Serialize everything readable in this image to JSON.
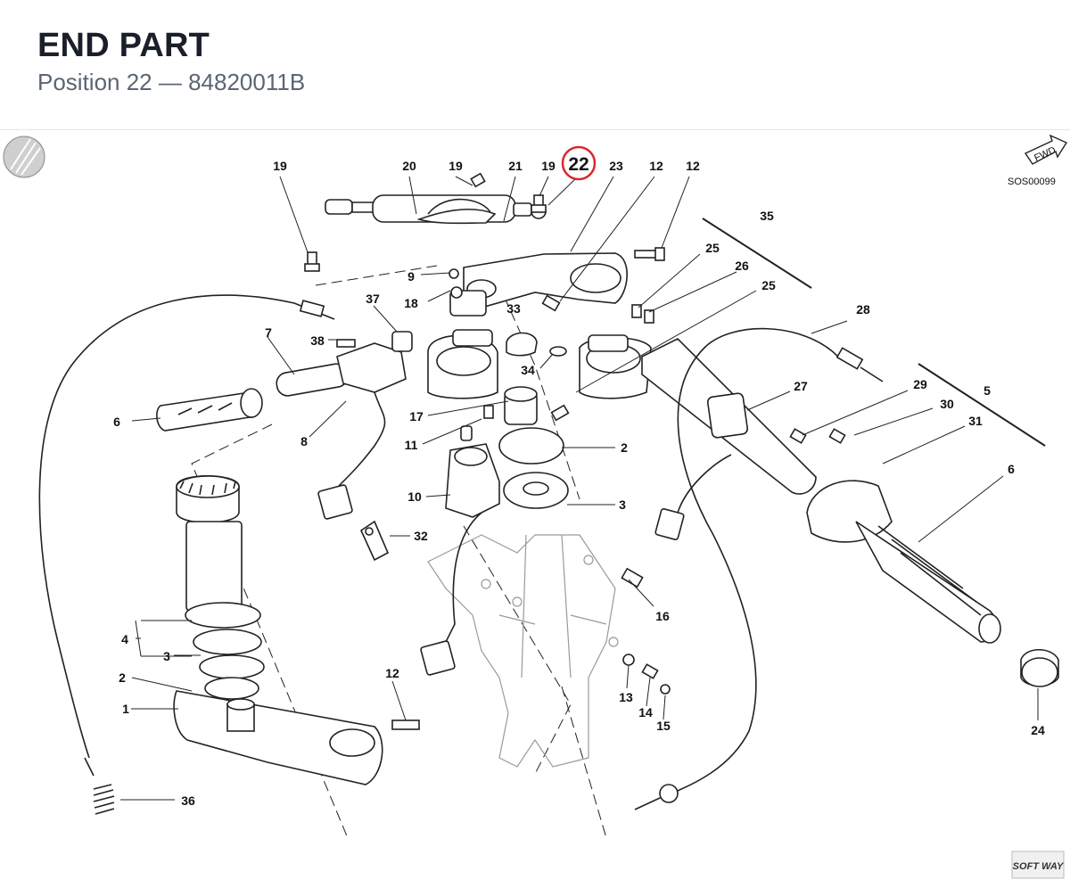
{
  "header": {
    "title": "END PART",
    "subtitle": "Position 22 — 84820011B"
  },
  "diagram": {
    "reference_code": "SOS00099",
    "fwd_label": "FWD",
    "highlight": {
      "label": "22",
      "color": "#d9272e"
    },
    "watermark": "SOFT WAY",
    "labels": {
      "l19a": "19",
      "l20": "20",
      "l19b": "19",
      "l21": "21",
      "l19c": "19",
      "l23": "23",
      "l12a": "12",
      "l12b": "12",
      "l35": "35",
      "l25a": "25",
      "l26": "26",
      "l25b": "25",
      "l28": "28",
      "l9": "9",
      "l18": "18",
      "l37": "37",
      "l38": "38",
      "l7": "7",
      "l33": "33",
      "l34": "34",
      "l27": "27",
      "l29": "29",
      "l30": "30",
      "l31": "31",
      "l5": "5",
      "l6a": "6",
      "l8": "8",
      "l17": "17",
      "l11": "11",
      "l2a": "2",
      "l10": "10",
      "l3a": "3",
      "l6b": "6",
      "l32": "32",
      "l16": "16",
      "l4": "4",
      "l3b": "3",
      "l2b": "2",
      "l1": "1",
      "l12c": "12",
      "l13": "13",
      "l14": "14",
      "l15": "15",
      "l24": "24",
      "l36": "36"
    }
  }
}
